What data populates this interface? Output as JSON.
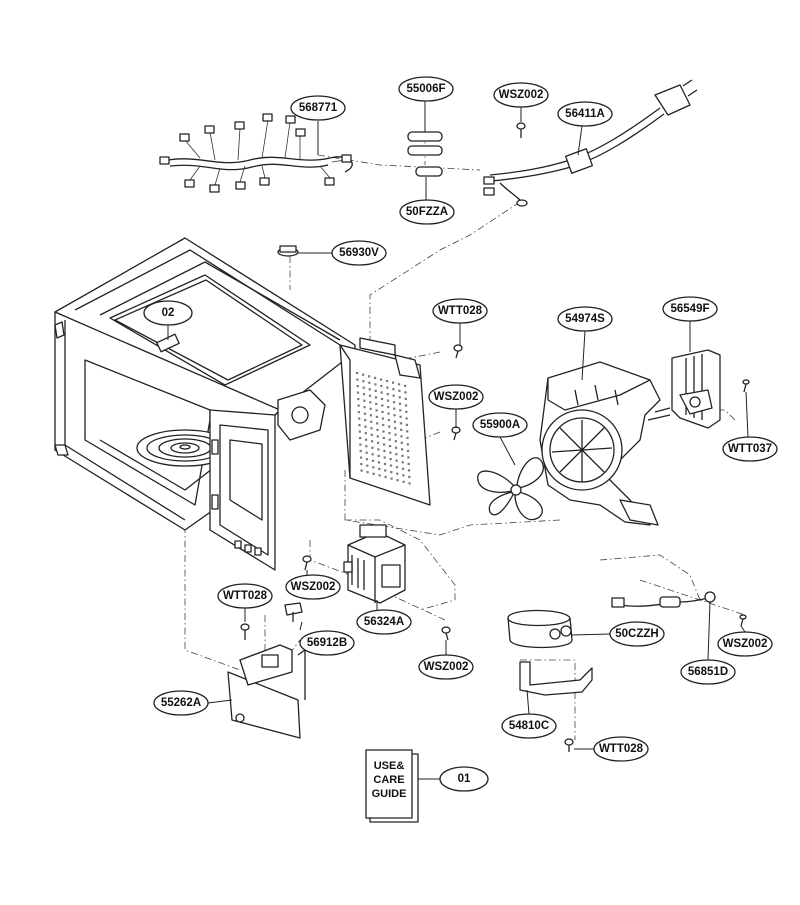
{
  "labels": {
    "p568771": "568771",
    "p55006F": "55006F",
    "pWSZ002_top": "WSZ002",
    "p56411A": "56411A",
    "p50FZZA": "50FZZA",
    "p56930V": "56930V",
    "p02": "02",
    "pWTT028_mid": "WTT028",
    "p54974S": "54974S",
    "p56549F": "56549F",
    "pWSZ002_mid": "WSZ002",
    "p55900A": "55900A",
    "pWTT037": "WTT037",
    "pWSZ002_left": "WSZ002",
    "pWTT028_left": "WTT028",
    "p56912B": "56912B",
    "p56324A": "56324A",
    "pWSZ002_bottom": "WSZ002",
    "p55262A": "55262A",
    "p50CZZH": "50CZZH",
    "pWSZ002_right": "WSZ002",
    "p56851D": "56851D",
    "p54810C": "54810C",
    "pWTT028_bottom": "WTT028",
    "p01": "01"
  },
  "booklet": {
    "line1": "USE&",
    "line2": "CARE",
    "line3": "GUIDE"
  }
}
